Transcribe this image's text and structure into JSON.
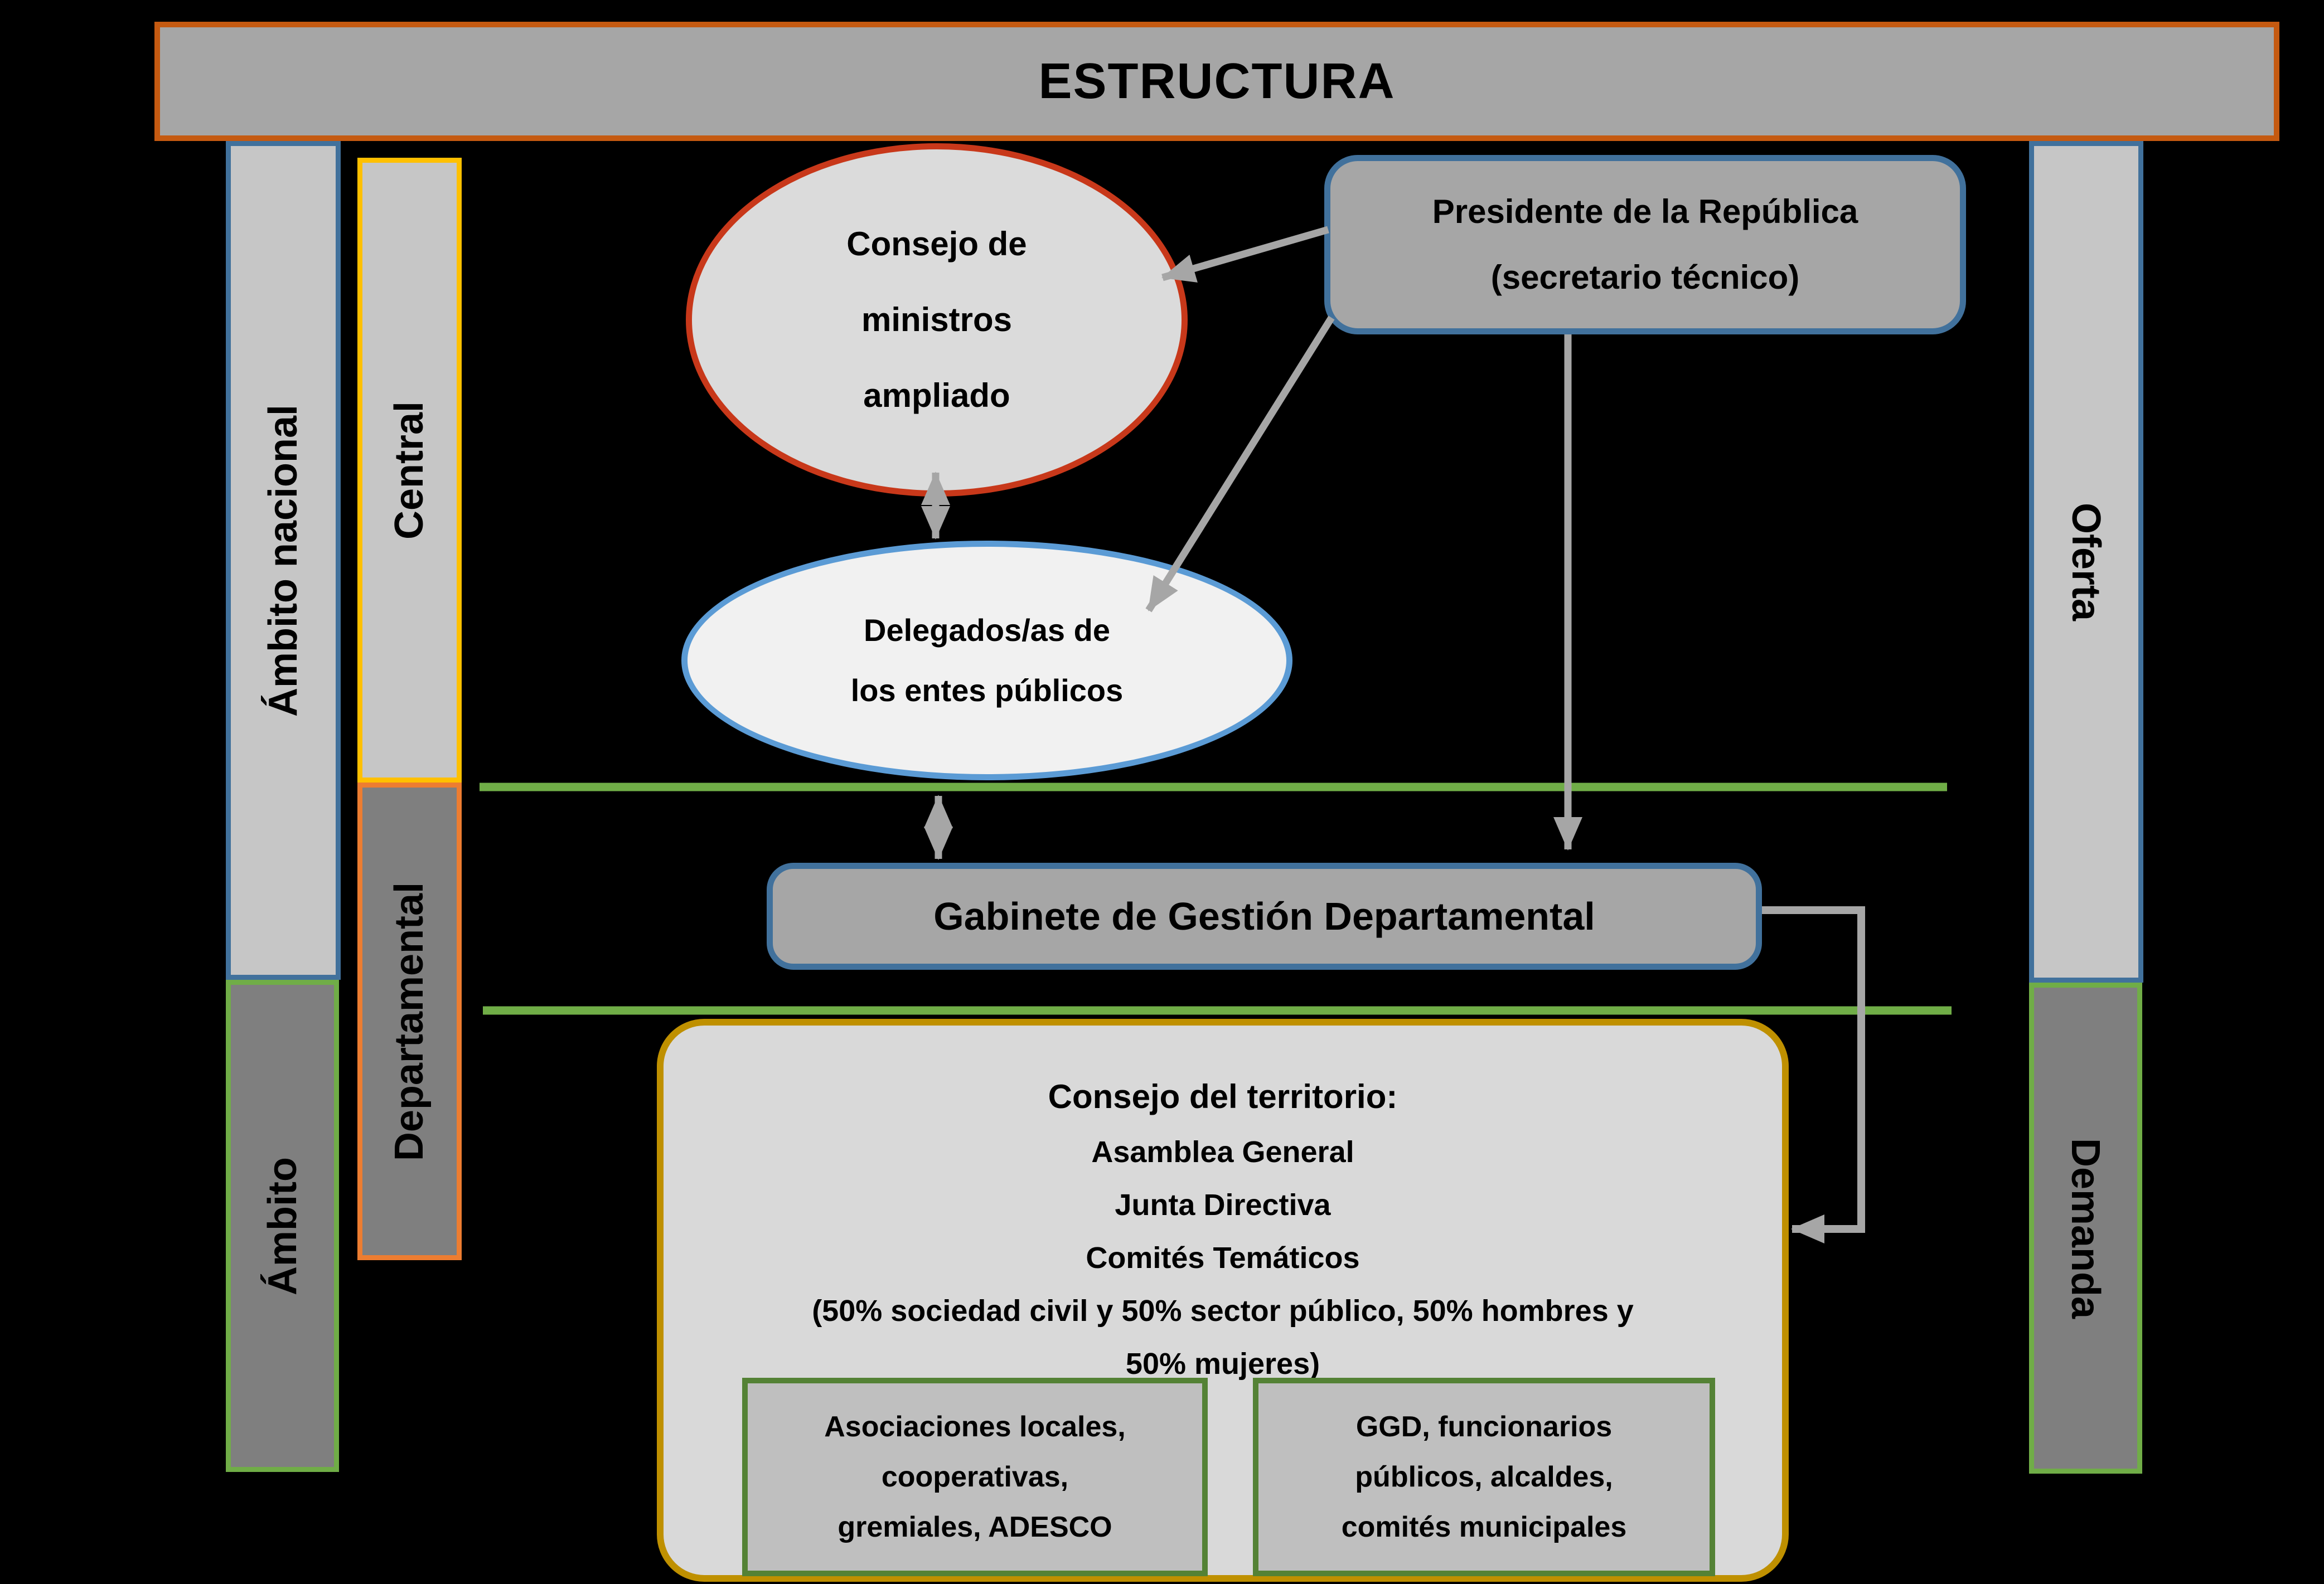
{
  "title": {
    "label": "ESTRUCTURA"
  },
  "side_bars": {
    "ambito_nacional": {
      "label": "Ámbito nacional"
    },
    "ambito": {
      "label": "Ámbito"
    },
    "central": {
      "label": "Central"
    },
    "departamental": {
      "label": "Departamental"
    },
    "oferta": {
      "label": "Oferta"
    },
    "demanda": {
      "label": "Demanda"
    }
  },
  "nodes": {
    "consejo_ministros": {
      "lines": [
        "Consejo de",
        "ministros",
        "ampliado"
      ]
    },
    "presidente": {
      "lines": [
        "Presidente de la República",
        "(secretario técnico)"
      ]
    },
    "delegados": {
      "lines": [
        "Delegados/as de",
        "los entes públicos"
      ]
    },
    "gabinete": {
      "label": "Gabinete de Gestión Departamental"
    },
    "consejo_territorio": {
      "title": "Consejo del territorio:",
      "lines": [
        "Asamblea General",
        "Junta Directiva",
        "Comités Temáticos",
        "(50% sociedad civil y 50% sector público, 50% hombres y",
        "50% mujeres)"
      ]
    },
    "asociaciones": {
      "lines": [
        "Asociaciones locales,",
        "cooperativas,",
        "gremiales, ADESCO"
      ]
    },
    "ggd": {
      "lines": [
        "GGD, funcionarios",
        "públicos, alcaldes,",
        "comités municipales"
      ]
    }
  },
  "colors": {
    "background": "#000000",
    "banner_fill": "#A6A6A6",
    "banner_border": "#C55A11",
    "bar_light_fill": "#C6C6C6",
    "bar_dark_fill": "#7F7F7F",
    "steel_blue": "#41719C",
    "light_blue": "#5B9BD5",
    "yellow": "#FFC000",
    "orange": "#ED7D31",
    "green": "#70AD47",
    "green_dark": "#548235",
    "red": "#C8381A",
    "gold": "#BF9000",
    "ellipse1_fill": "#DBDBDB",
    "ellipse2_fill": "#F1F1F1",
    "node_fill": "#A6A6A6",
    "territory_fill": "#D9D9D9",
    "inner_fill": "#BFBFBF",
    "arrow": "#A6A6A6",
    "text": "#000000"
  }
}
